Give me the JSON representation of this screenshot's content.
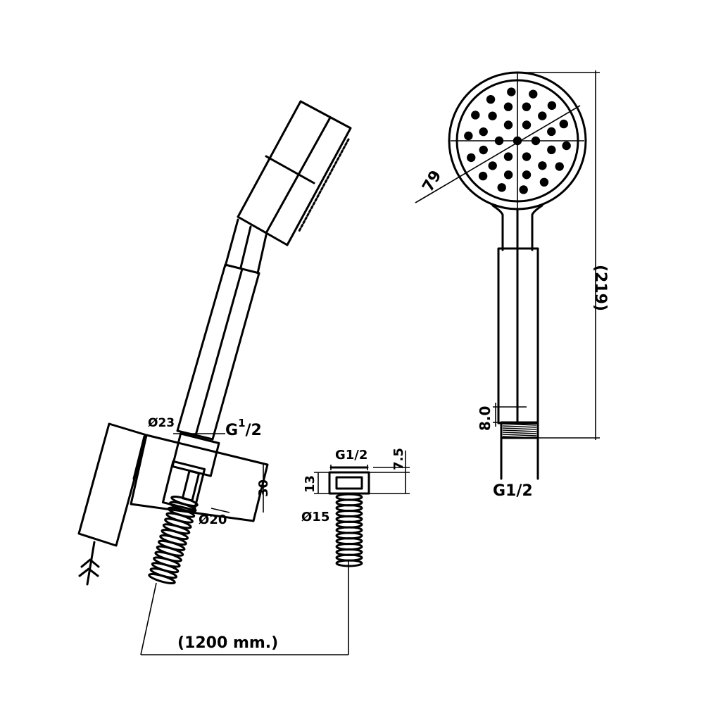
{
  "diagram": {
    "labels": {
      "head_diameter": "79",
      "total_length": "(219)",
      "hose_length": "(1200 mm.)",
      "holder_bore": "Ø23",
      "holder_thread_main": "G",
      "holder_thread_sup": "1",
      "holder_thread_tail": "/2",
      "holder_height": "30",
      "holder_outlet": "Ø20",
      "nut_thread": "G1/2",
      "nut_height": "7.5",
      "nut_length": "13",
      "hose_diameter": "Ø15",
      "thread_length": "8.0",
      "handle_thread": "G1/2"
    },
    "colors": {
      "line": "#000000",
      "background": "#ffffff"
    }
  }
}
